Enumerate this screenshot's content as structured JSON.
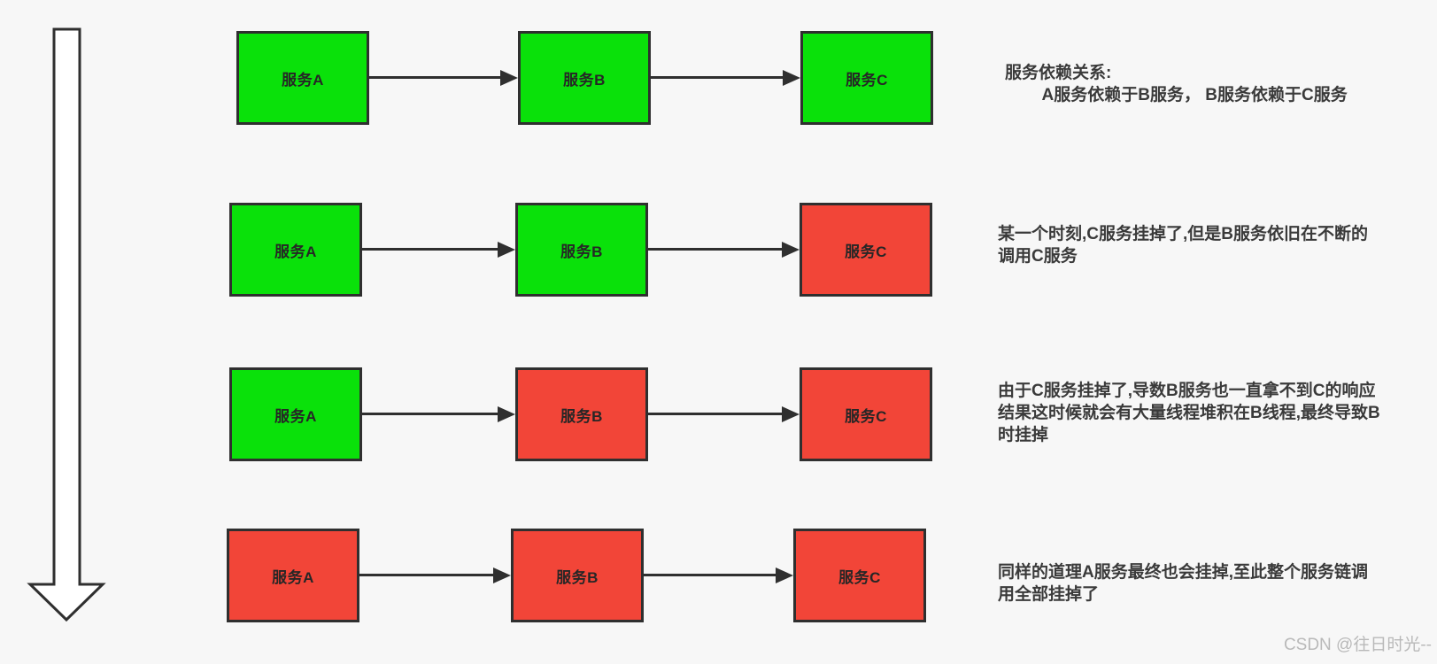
{
  "colors": {
    "background": "#f7f7f7",
    "green": "#0ae10a",
    "red": "#f24538",
    "ink": "#2f2f2f",
    "note": "#3a3a3a",
    "watermark": "#b9b9b9"
  },
  "rows": [
    {
      "boxes": [
        {
          "label": "服务A",
          "state": "up"
        },
        {
          "label": "服务B",
          "state": "up"
        },
        {
          "label": "服务C",
          "state": "up"
        }
      ],
      "note_lines": [
        "服务依赖关系:",
        "        A服务依赖于B服务， B服务依赖于C服务"
      ]
    },
    {
      "boxes": [
        {
          "label": "服务A",
          "state": "up"
        },
        {
          "label": "服务B",
          "state": "up"
        },
        {
          "label": "服务C",
          "state": "down"
        }
      ],
      "note_lines": [
        "某一个时刻,C服务挂掉了,但是B服务依旧在不断的",
        "调用C服务"
      ]
    },
    {
      "boxes": [
        {
          "label": "服务A",
          "state": "up"
        },
        {
          "label": "服务B",
          "state": "down"
        },
        {
          "label": "服务C",
          "state": "down"
        }
      ],
      "note_lines": [
        "由于C服务挂掉了,导数B服务也一直拿不到C的响应",
        "结果这时候就会有大量线程堆积在B线程,最终导致B",
        "时挂掉"
      ]
    },
    {
      "boxes": [
        {
          "label": "服务A",
          "state": "down"
        },
        {
          "label": "服务B",
          "state": "down"
        },
        {
          "label": "服务C",
          "state": "down"
        }
      ],
      "note_lines": [
        "同样的道理A服务最终也会挂掉,至此整个服务链调",
        "用全部挂掉了"
      ]
    }
  ],
  "watermark": "CSDN @往日时光--"
}
